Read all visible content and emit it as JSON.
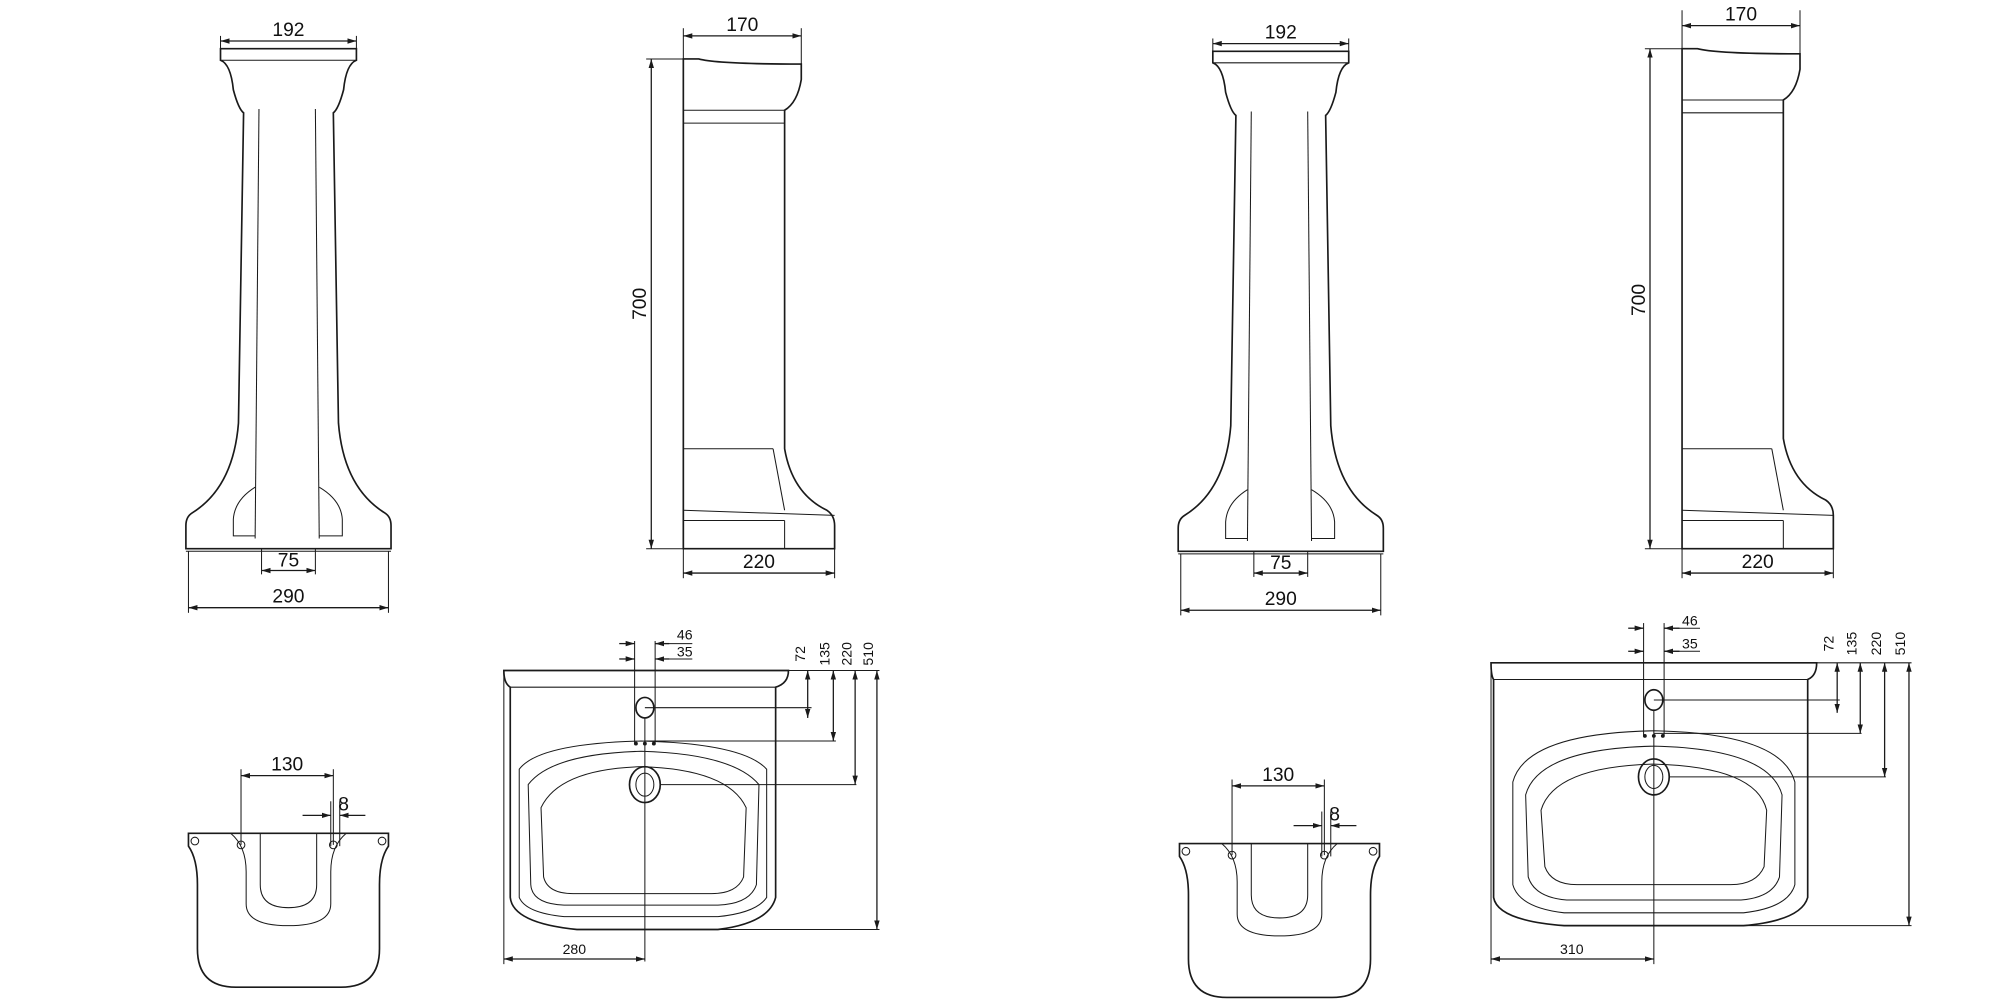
{
  "drawing_1": {
    "front_view": {
      "top_width": "192",
      "base_width": "290",
      "foot_gap": "75"
    },
    "side_view": {
      "top_depth": "170",
      "height": "700",
      "base_depth": "220"
    },
    "semi_pedestal": {
      "hole_spacing": "130",
      "offset": "8"
    },
    "basin_plan": {
      "d46": "46",
      "d35": "35",
      "d72": "72",
      "d135": "135",
      "d220": "220",
      "d510": "510",
      "half_width": "280"
    }
  },
  "drawing_2": {
    "front_view": {
      "top_width": "192",
      "base_width": "290",
      "foot_gap": "75"
    },
    "side_view": {
      "top_depth": "170",
      "height": "700",
      "base_depth": "220"
    },
    "semi_pedestal": {
      "hole_spacing": "130",
      "offset": "8"
    },
    "basin_plan": {
      "d46": "46",
      "d35": "35",
      "d72": "72",
      "d135": "135",
      "d220": "220",
      "d510": "510",
      "half_width": "310"
    }
  },
  "colors": {
    "line": "#1a1a1a",
    "background": "#ffffff"
  }
}
